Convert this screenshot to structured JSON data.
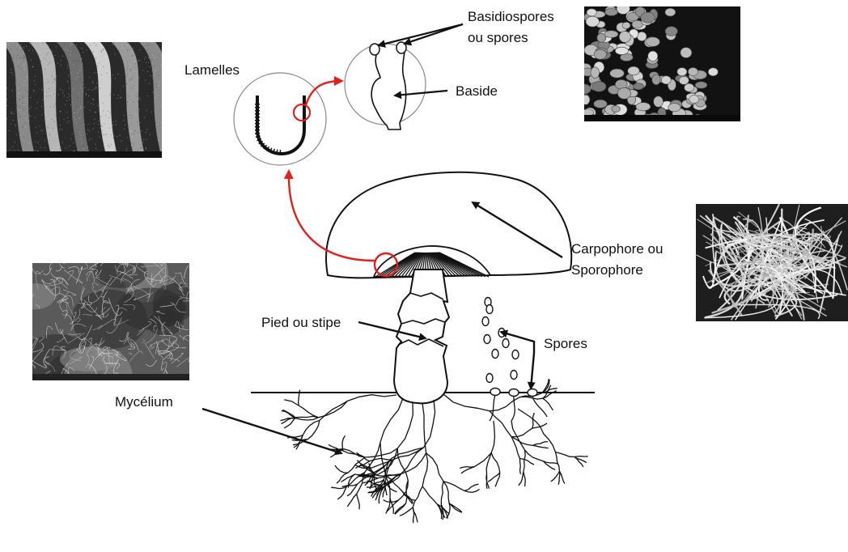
{
  "labels": {
    "lamelles": "Lamelles",
    "basidiospores_line1": "Basidiospores",
    "basidiospores_line2": "ou spores",
    "baside": "Baside",
    "carpophore_line1": "Carpophore ou",
    "carpophore_line2": "Sporophore",
    "pied": "Pied ou stipe",
    "spores": "Spores",
    "mycelium": "Mycélium"
  },
  "photos": [
    {
      "name": "gill-micrograph",
      "texture": "gills"
    },
    {
      "name": "spore-micrograph",
      "texture": "spores"
    },
    {
      "name": "hyphae-micrograph",
      "texture": "hyphae"
    },
    {
      "name": "mycelium-micrograph",
      "texture": "mycelium"
    }
  ],
  "colors": {
    "highlight": "#e0201c",
    "ink": "#111111",
    "micrograph_dark": "#1a1a1a",
    "micrograph_light": "#e6e6e6"
  }
}
